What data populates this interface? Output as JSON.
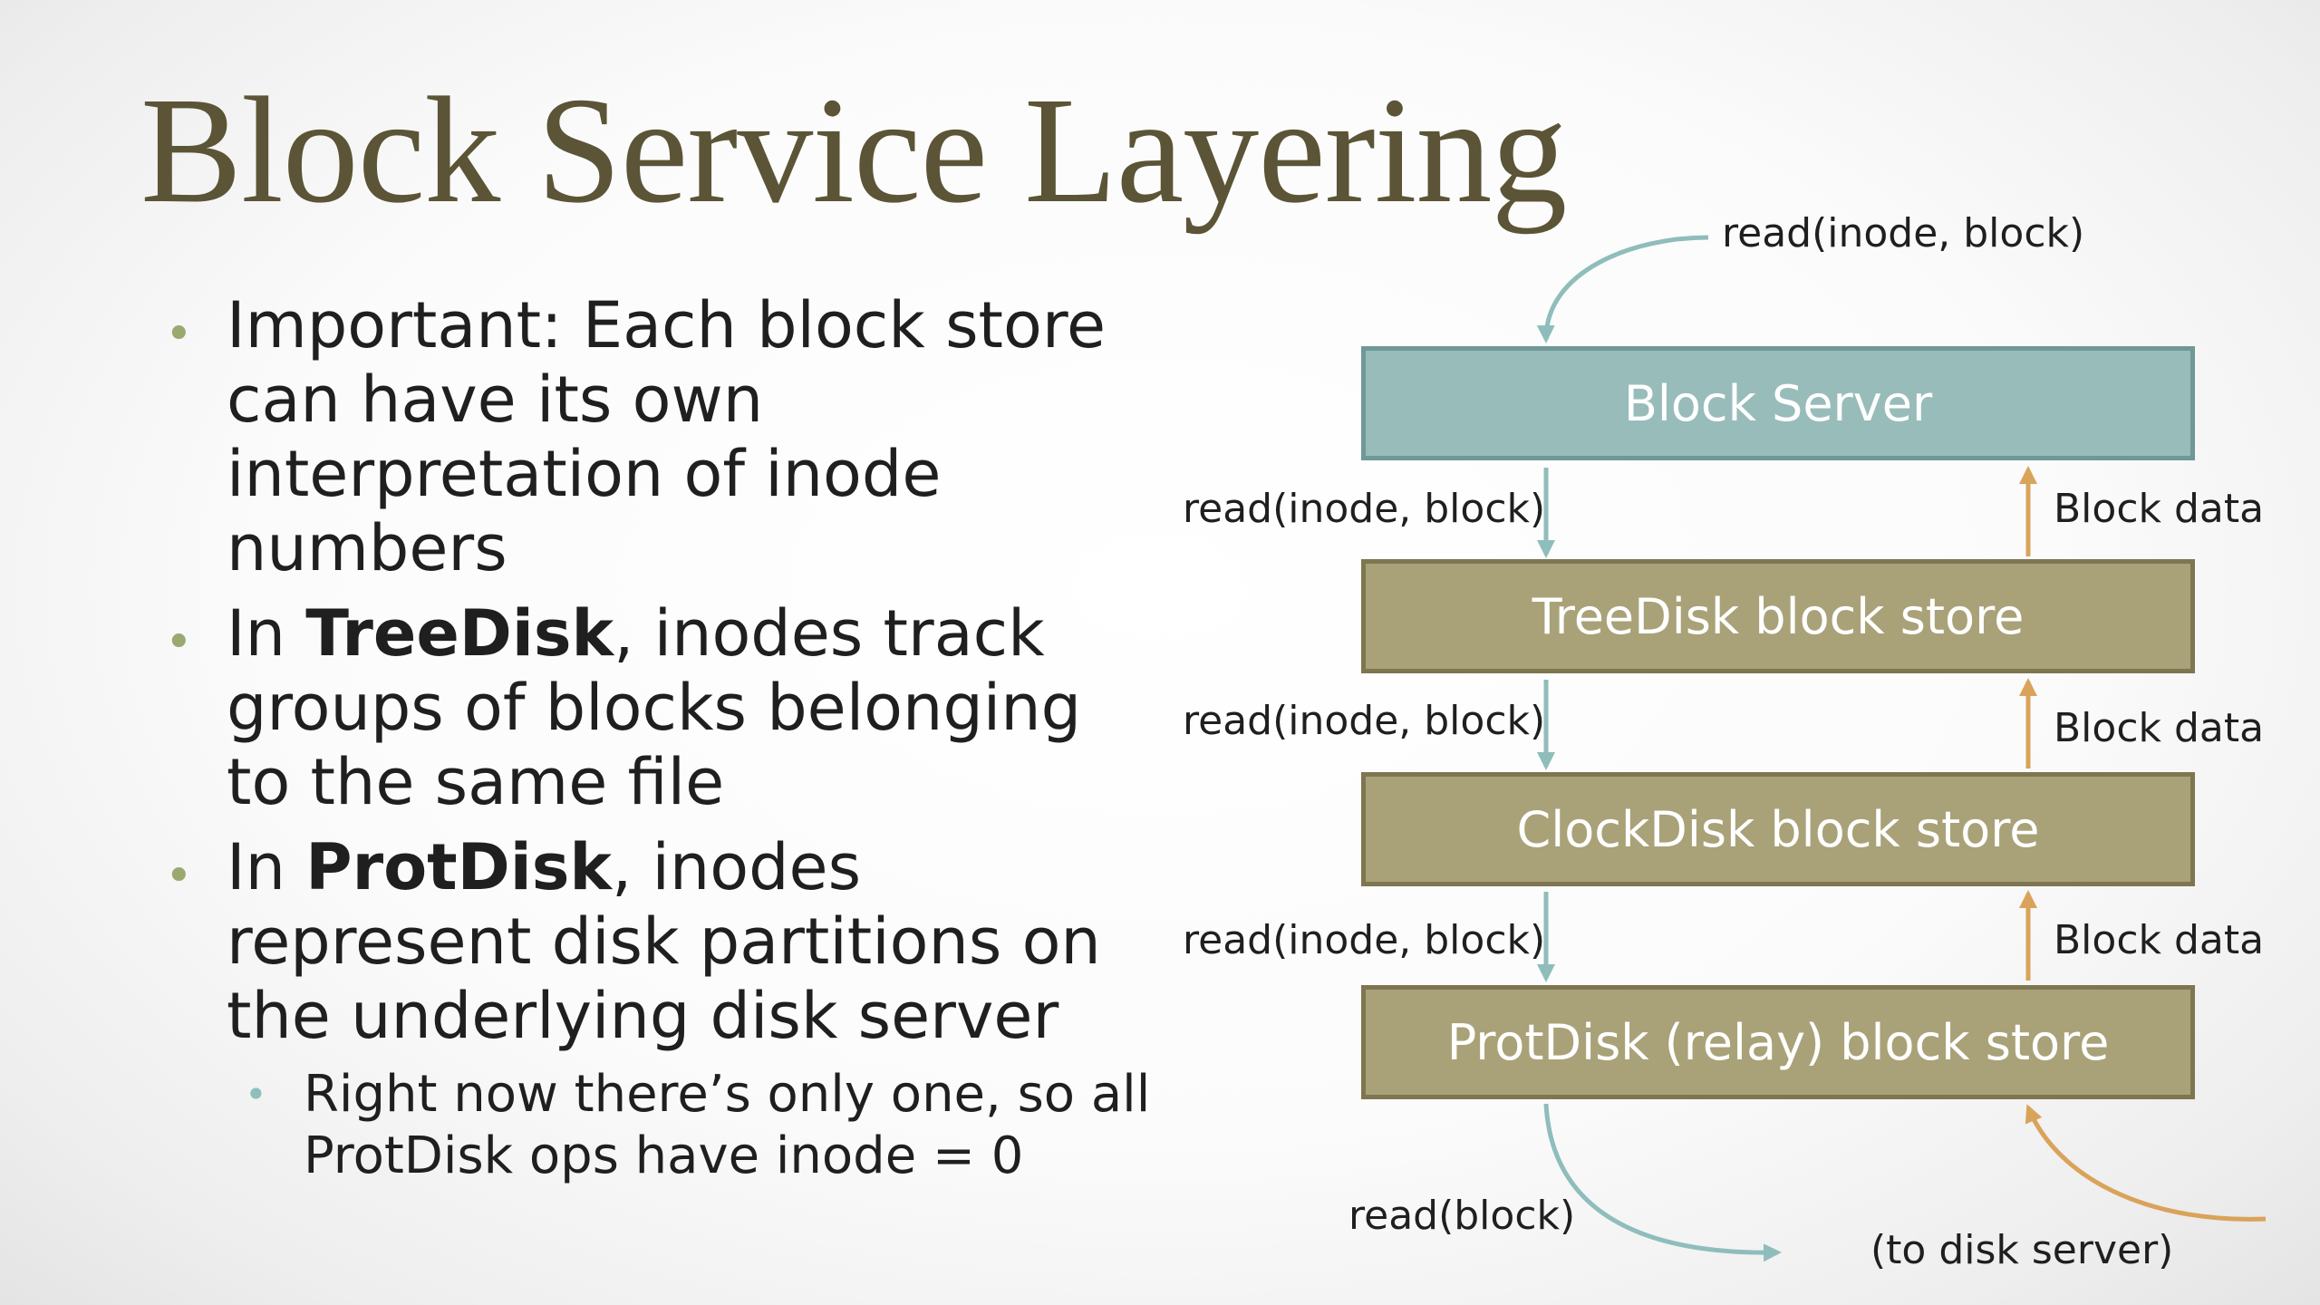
{
  "slide": {
    "title": "Block Service Layering",
    "bullets": [
      {
        "pre": "Important: Each block store can have its own interpretation of inode numbers",
        "bold": "",
        "post": ""
      },
      {
        "pre": "In ",
        "bold": "TreeDisk",
        "post": ", inodes track groups of blocks belonging to the same file"
      },
      {
        "pre": "In ",
        "bold": "ProtDisk",
        "post": ", inodes represent disk partitions on the underlying disk server"
      }
    ],
    "sub_bullet": "Right now there’s only one, so all ProtDisk ops have inode = 0"
  },
  "diagram": {
    "boxes": [
      "Block Server",
      "TreeDisk block store",
      "ClockDisk block store",
      "ProtDisk (relay) block store"
    ],
    "top_call": "read(inode, block)",
    "down_calls": [
      "read(inode, block)",
      "read(inode, block)",
      "read(inode, block)"
    ],
    "up_returns": [
      "Block data",
      "Block data",
      "Block data"
    ],
    "bottom_call": "read(block)",
    "bottom_target": "(to disk server)",
    "colors": {
      "server_fill": "#98bcba",
      "store_fill": "#a9a278",
      "request_arrow": "#8fbdbb",
      "response_arrow": "#d9a35a",
      "title": "#5b5436"
    }
  }
}
